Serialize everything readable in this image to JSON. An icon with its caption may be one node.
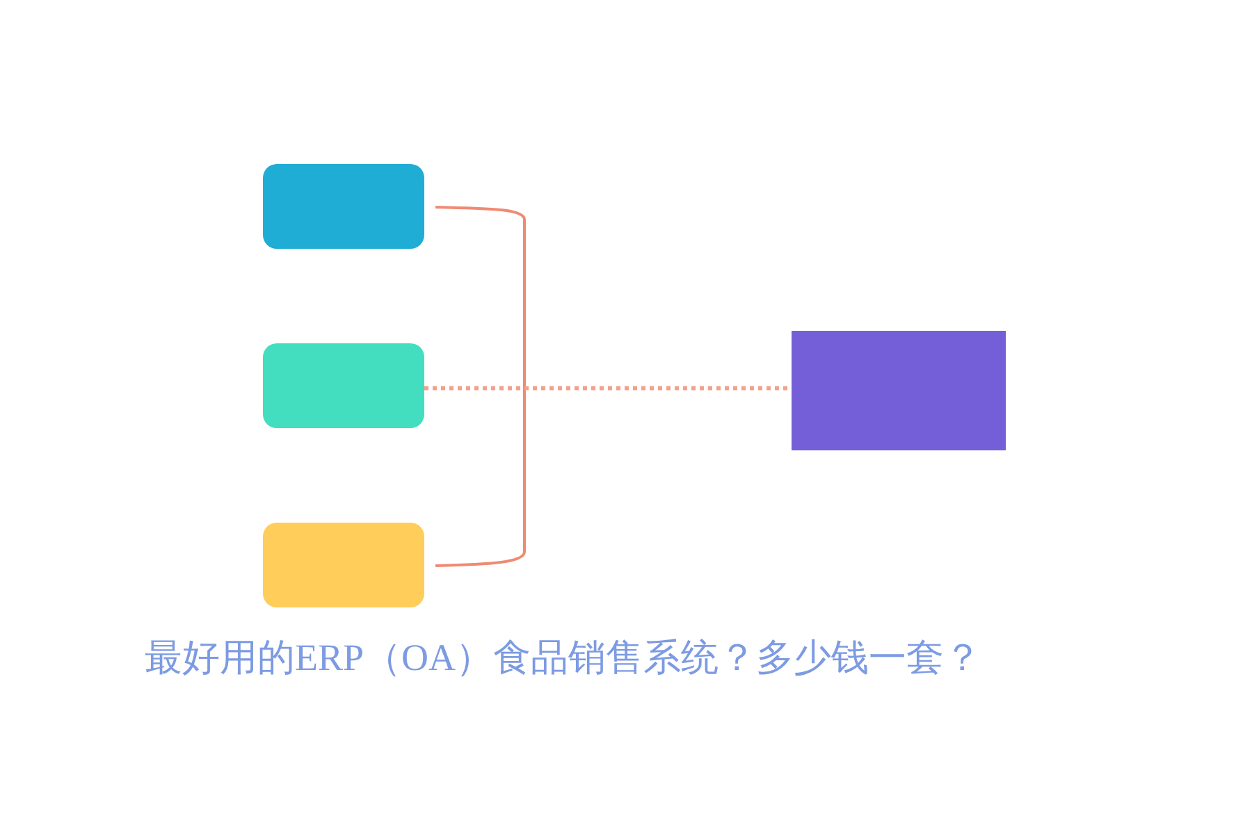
{
  "diagram": {
    "caption": "最好用的ERP（OA）食品销售系统？多少钱一套？",
    "nodes": [
      {
        "text": [],
        "shape": "box"
      },
      {
        "text": [],
        "shape": "box"
      },
      {
        "text": [],
        "shape": "box"
      },
      {
        "text": [],
        "shape": "box"
      }
    ],
    "edges": [
      {
        "from": 1,
        "to": 3,
        "arrow": "none",
        "style": "dashed"
      }
    ]
  }
}
